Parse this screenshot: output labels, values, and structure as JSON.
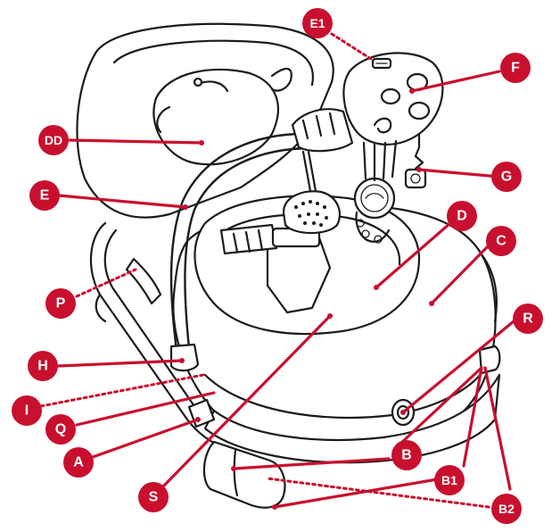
{
  "labels": {
    "E1": "E1",
    "F": "F",
    "DD": "DD",
    "G": "G",
    "E": "E",
    "D": "D",
    "C": "C",
    "P": "P",
    "R": "R",
    "H": "H",
    "I": "I",
    "Q": "Q",
    "A": "A",
    "B": "B",
    "S": "S",
    "B1": "B1",
    "B2": "B2"
  },
  "colors": {
    "callout": "#c8102e",
    "outline": "#1b1b1b",
    "background": "#ffffff"
  }
}
